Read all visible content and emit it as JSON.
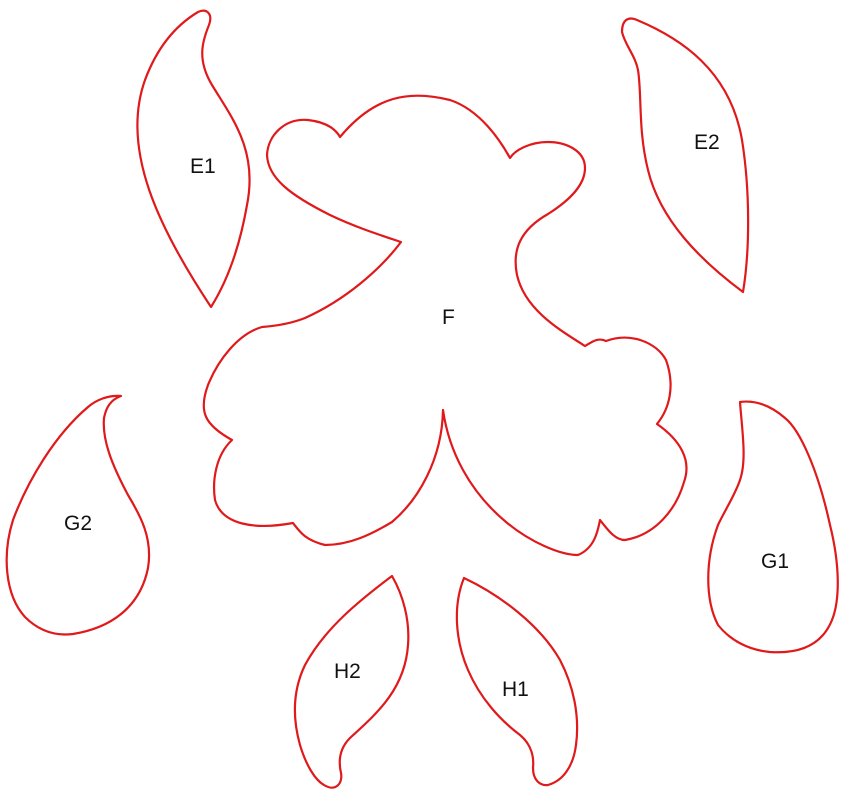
{
  "style": {
    "outline_color": "#e0191b",
    "label_color": "#111111"
  },
  "pieces": [
    {
      "id": "E1",
      "label": "E1"
    },
    {
      "id": "E2",
      "label": "E2"
    },
    {
      "id": "F",
      "label": "F"
    },
    {
      "id": "G2",
      "label": "G2"
    },
    {
      "id": "G1",
      "label": "G1"
    },
    {
      "id": "H2",
      "label": "H2"
    },
    {
      "id": "H1",
      "label": "H1"
    }
  ]
}
